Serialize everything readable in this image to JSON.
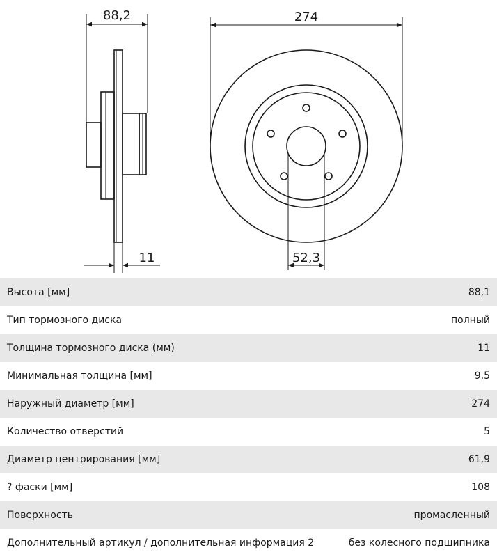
{
  "dimensions": {
    "hub_height": "88,2",
    "outer_diameter": "274",
    "thickness": "11",
    "center_bore": "52,3"
  },
  "specs": [
    {
      "label": "Высота [мм]",
      "value": "88,1"
    },
    {
      "label": "Тип тормозного диска",
      "value": "полный"
    },
    {
      "label": "Толщина тормозного диска (мм)",
      "value": "11"
    },
    {
      "label": "Минимальная толщина [мм]",
      "value": "9,5"
    },
    {
      "label": "Наружный диаметр [мм]",
      "value": "274"
    },
    {
      "label": "Количество отверстий",
      "value": "5"
    },
    {
      "label": "Диаметр центрирования [мм]",
      "value": "61,9"
    },
    {
      "label": "? фаски [мм]",
      "value": "108"
    },
    {
      "label": "Поверхность",
      "value": "промасленный"
    },
    {
      "label": "Дополнительный артикул / дополнительная информация 2",
      "value": "без колесного подшипника"
    }
  ]
}
